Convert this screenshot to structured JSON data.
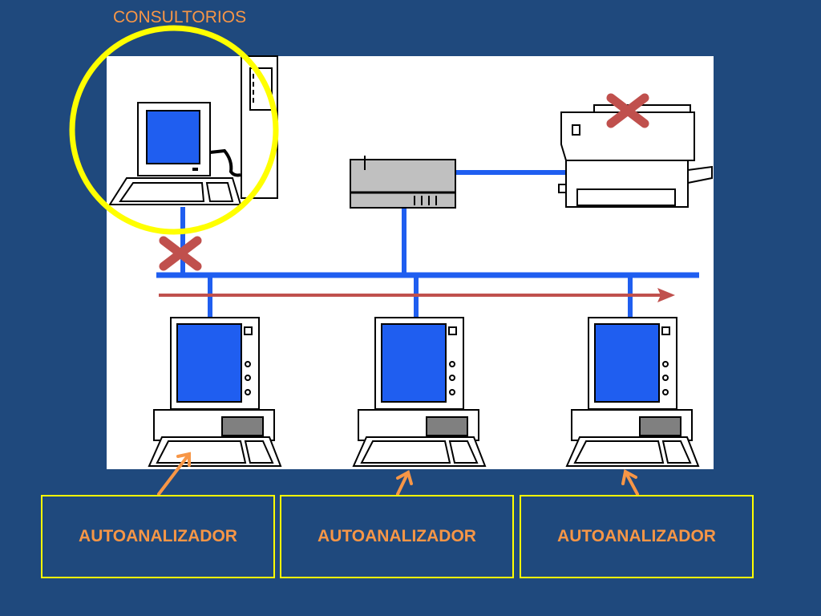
{
  "title": "CONSULTORIOS",
  "labels": [
    "AUTOANALIZADOR",
    "AUTOANALIZADOR",
    "AUTOANALIZADOR"
  ],
  "colors": {
    "background": "#1f497d",
    "accent_text": "#f79646",
    "network_line": "#1f5ef0",
    "highlight_circle": "#ffff00",
    "cross": "#c0504d",
    "flow_arrow": "#c0504d"
  },
  "icons": [
    "desktop-computer-icon",
    "tower-case-icon",
    "network-switch-icon",
    "printer-icon",
    "workstation-icon",
    "cross-icon",
    "arrow-icon"
  ]
}
